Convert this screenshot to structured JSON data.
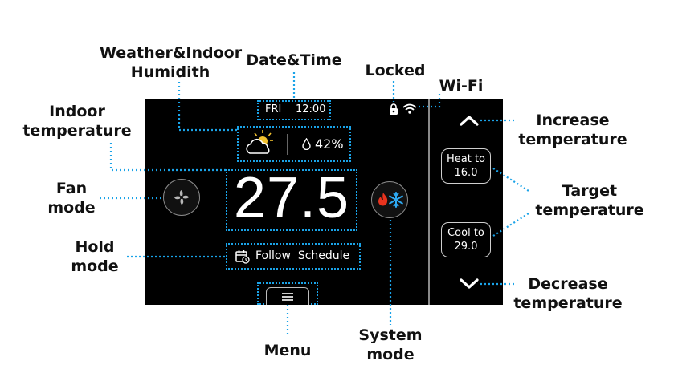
{
  "callouts": {
    "weather_humidity": [
      "Weather&Indoor",
      "Humidith"
    ],
    "date_time": "Date&Time",
    "locked": "Locked",
    "wifi": "Wi-Fi",
    "indoor_temperature": [
      "Indoor",
      "temperature"
    ],
    "fan_mode": [
      "Fan",
      "mode"
    ],
    "hold_mode": [
      "Hold",
      "mode"
    ],
    "menu": "Menu",
    "system_mode": [
      "System",
      "mode"
    ],
    "increase_temperature": [
      "Increase",
      "temperature"
    ],
    "target_temperature": [
      "Target",
      "temperature"
    ],
    "decrease_temperature": [
      "Decrease",
      "temperature"
    ]
  },
  "display": {
    "day": "FRI",
    "time": "12:00",
    "humidity": "42%",
    "indoor_temperature": "27.5",
    "hold_mode": "Follow  Schedule",
    "heat_to_label": "Heat to",
    "heat_to_value": "16.0",
    "cool_to_label": "Cool to",
    "cool_to_value": "29.0"
  },
  "icons": {
    "weather": "partly-sunny-icon",
    "humidity": "droplet-icon",
    "lock": "lock-icon",
    "wifi": "wifi-icon",
    "fan": "fan-icon",
    "system": "flame-snowflake-icon",
    "hold": "calendar-icon",
    "menu": "menu-icon",
    "increase": "chevron-up-icon",
    "decrease": "chevron-down-icon"
  },
  "colors": {
    "leader_lines": "#1aa3e8",
    "screen": "#000000",
    "flame": "#e8331e",
    "snowflake": "#2ea8f0"
  }
}
